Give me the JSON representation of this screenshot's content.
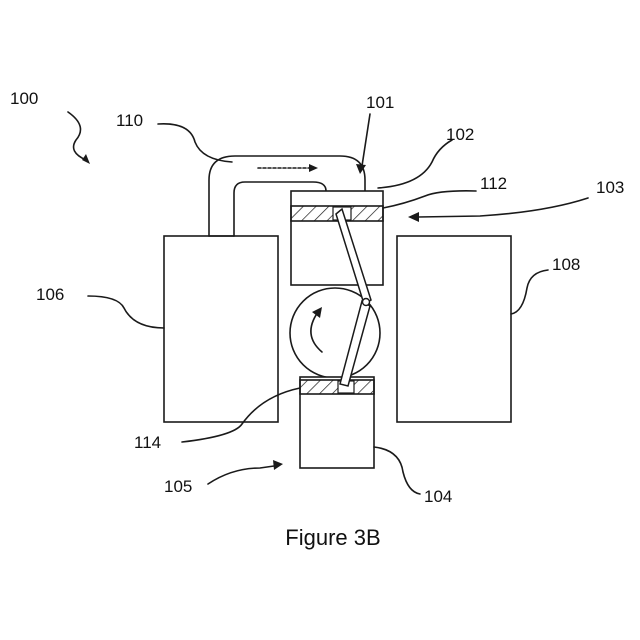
{
  "caption": "Figure 3B",
  "labels": {
    "l100": "100",
    "l101": "101",
    "l102": "102",
    "l103": "103",
    "l104": "104",
    "l105": "105",
    "l106": "106",
    "l108": "108",
    "l110": "110",
    "l112": "112",
    "l114": "114"
  },
  "colors": {
    "stroke": "#1a1a1a",
    "hatch": "#1a1a1a",
    "background": "#ffffff"
  }
}
